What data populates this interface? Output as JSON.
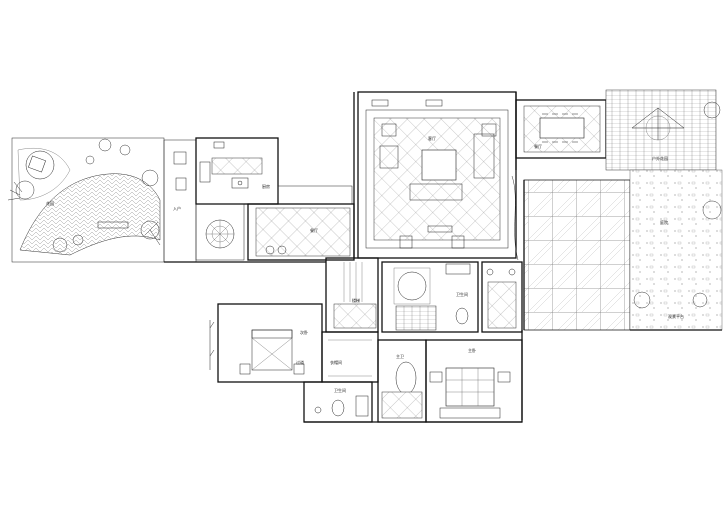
{
  "plan": {
    "labels": {
      "garden": "花园",
      "entry": "入户",
      "kitchen": "厨房",
      "dining": "餐厅",
      "living": "客厅",
      "balcony_dining": "餐厅",
      "terrace": "户外花园",
      "yard": "庭院",
      "yard_platform": "观景平台",
      "stair": "楼梯",
      "bath1": "卫生间",
      "bedroom": "次卧",
      "walk_closet": "衣帽间",
      "bath2": "卫生间",
      "master_bath": "主卫",
      "master_bedroom": "主卧",
      "hall": "过道"
    }
  }
}
